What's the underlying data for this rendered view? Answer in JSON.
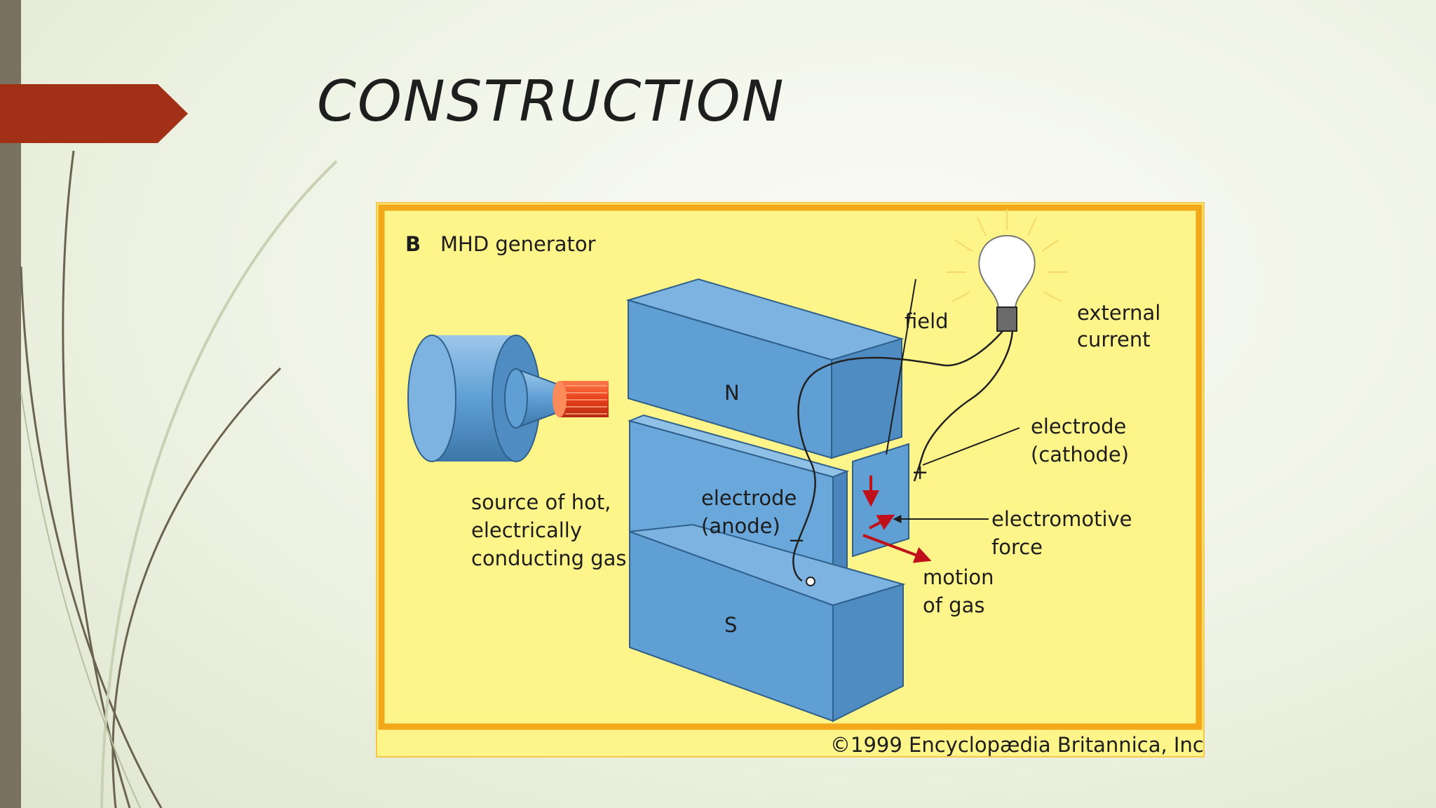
{
  "slide": {
    "title": "CONSTRUCTION"
  },
  "diagram": {
    "panel_letter": "B",
    "heading": "MHD generator",
    "magnet_north": "N",
    "magnet_south": "S",
    "label_field": "field",
    "label_external_current": [
      "external",
      "current"
    ],
    "label_cathode": [
      "electrode",
      "(cathode)"
    ],
    "label_anode": [
      "electrode",
      "(anode)"
    ],
    "label_emf": [
      "electromotive",
      "force"
    ],
    "label_motion": [
      "motion",
      "of gas"
    ],
    "label_source": [
      "source of hot,",
      "electrically",
      "conducting gas"
    ],
    "sign_plus": "+",
    "sign_minus": "−",
    "copyright": "©1999 Encyclopædia Britannica, Inc.",
    "colors": {
      "panel": "#fef58a",
      "frame": "#f2a818",
      "block": "#5f9fd4",
      "gas": "#e8401a",
      "arrow": "#c0101a",
      "accent": "#a13016"
    }
  }
}
